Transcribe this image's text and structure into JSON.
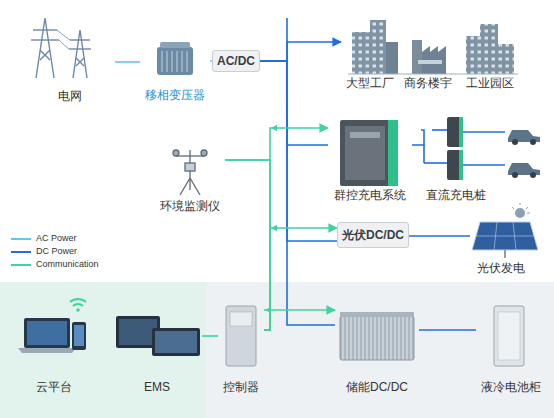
{
  "diagram": {
    "nodes": [
      {
        "text": [
          "电网"
        ]
      },
      {
        "text": [
          "移相变压器"
        ]
      },
      {
        "text": [
          "AC/DC"
        ]
      },
      {
        "text": [
          "大型工厂"
        ]
      },
      {
        "text": [
          "商务楼宇"
        ]
      },
      {
        "text": [
          "工业园区"
        ]
      },
      {
        "text": [
          "群控充电系统"
        ]
      },
      {
        "text": [
          "直流充电桩"
        ]
      },
      {
        "text": [
          "环境监测仪"
        ]
      },
      {
        "text": [
          "光伏DC/DC"
        ]
      },
      {
        "text": [
          "光伏发电"
        ]
      },
      {
        "text": [
          "云平台"
        ]
      },
      {
        "text": [
          "EMS"
        ]
      },
      {
        "text": [
          "控制器"
        ]
      },
      {
        "text": [
          "储能DC/DC"
        ]
      },
      {
        "text": [
          "液冷电池柜"
        ]
      }
    ],
    "edges": [
      {
        "from": 0,
        "to": 1,
        "arrow": "none"
      },
      {
        "from": 1,
        "to": 2,
        "arrow": "none"
      },
      {
        "from": 2,
        "to": 3,
        "arrow": "to"
      },
      {
        "from": 2,
        "to": 6,
        "arrow": "none"
      },
      {
        "from": 2,
        "to": 9,
        "arrow": "none"
      },
      {
        "from": 2,
        "to": 14,
        "arrow": "none"
      },
      {
        "from": 6,
        "to": 7,
        "arrow": "none"
      },
      {
        "from": 10,
        "to": 9,
        "arrow": "none"
      },
      {
        "from": 14,
        "to": 15,
        "arrow": "none"
      },
      {
        "from": 13,
        "to": 6,
        "arrow": "both"
      },
      {
        "from": 13,
        "to": 9,
        "arrow": "both"
      },
      {
        "from": 13,
        "to": 14,
        "arrow": "both"
      },
      {
        "from": 8,
        "to": 13,
        "arrow": "none"
      },
      {
        "from": 12,
        "to": 13,
        "arrow": "none"
      }
    ],
    "legend": [
      {
        "text": "AC Power"
      },
      {
        "text": "DC Power"
      },
      {
        "text": "Communication"
      }
    ]
  }
}
